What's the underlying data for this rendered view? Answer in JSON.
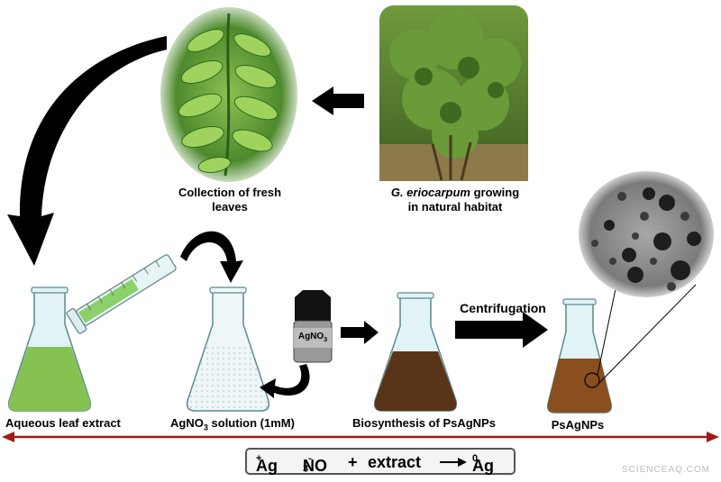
{
  "labels": {
    "collection_line1": "Collection of fresh",
    "collection_line2": "leaves",
    "species_name": "G. eriocarpum",
    "species_rest": " growing",
    "species_line2": "in natural habitat",
    "aqueous_extract": "Aqueous leaf extract",
    "agno3_solution_prefix": "AgNO",
    "agno3_solution_sub": "3",
    "agno3_solution_suffix": " solution (1mM)",
    "biosynthesis": "Biosynthesis of PsAgNPs",
    "psagnps": "PsAgNPs",
    "centrifugation": "Centrifugation",
    "bottle_label_main": "AgNO",
    "bottle_label_sub": "3"
  },
  "equation": {
    "ag": "Ag",
    "ag_charge": "+",
    "no3": "NO",
    "no3_sub": "3",
    "no3_charge": "-",
    "plus": "+",
    "extract": "extract",
    "ag0": "Ag",
    "ag0_charge": "0"
  },
  "watermark": "SCIENCEAQ.COM",
  "colors": {
    "leaf_extract": "#7fc04a",
    "leaf_green": "#3f8f2a",
    "bush_green": "#4a7a2a",
    "brown_solution": "#5a3418",
    "psagnps_solution": "#8a4f1e",
    "glass": "#d8f0f3",
    "arrow": "#000000",
    "axis_line": "#a11a1a"
  }
}
